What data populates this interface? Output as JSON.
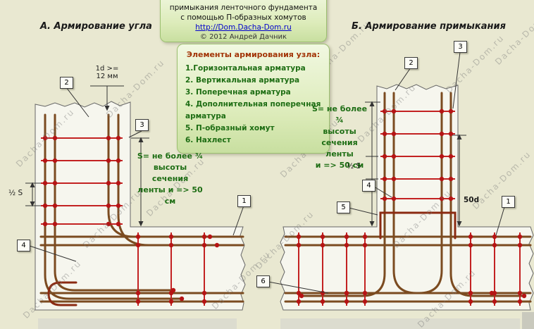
{
  "header": {
    "line1": "примыкания ленточного фундамента",
    "line2": "с помощью П-образных хомутов",
    "link": "http://Dom.Dacha-Dom.ru",
    "copyright": "© 2012 Андрей Дачник"
  },
  "titles": {
    "left": "А. Армирование угла",
    "right": "Б. Армирование примыкания"
  },
  "legend": {
    "title": "Элементы армирования узла:",
    "items": [
      "1.Горизонтальная арматура",
      "2. Вертикальная арматура",
      "3. Поперечная арматура",
      "4. Дополнительная поперечная арматура",
      "5. П-образный хомут",
      "6. Нахлест"
    ]
  },
  "annotations": {
    "left_s_lines": [
      "S= не более ¾",
      "высоты сечения",
      "ленты и => 50 см"
    ],
    "right_s_lines": [
      "S= не более ¾",
      "высоты",
      "сечения ленты",
      "и => 50 см"
    ],
    "half_s": "½ S",
    "lap": "50d",
    "d1_line1": "1d >=",
    "d1_line2": "12 мм"
  },
  "callouts": {
    "left": [
      "2",
      "3",
      "1",
      "4"
    ],
    "right": [
      "2",
      "3",
      "5",
      "4",
      "6",
      "1"
    ]
  },
  "watermark": {
    "text": "Dacha-Dom.ru"
  },
  "colors": {
    "background": "#e9e8d1",
    "box_green_light": "#f1f8e1",
    "box_green_dark": "#c8dfa0",
    "legend_title": "#a23407",
    "legend_item": "#1d6d13",
    "link": "#0000cc",
    "rebar": "#7b4b20",
    "stirrup": "#c32222",
    "clamp": "#8b2a12",
    "dimension": "#333333"
  }
}
